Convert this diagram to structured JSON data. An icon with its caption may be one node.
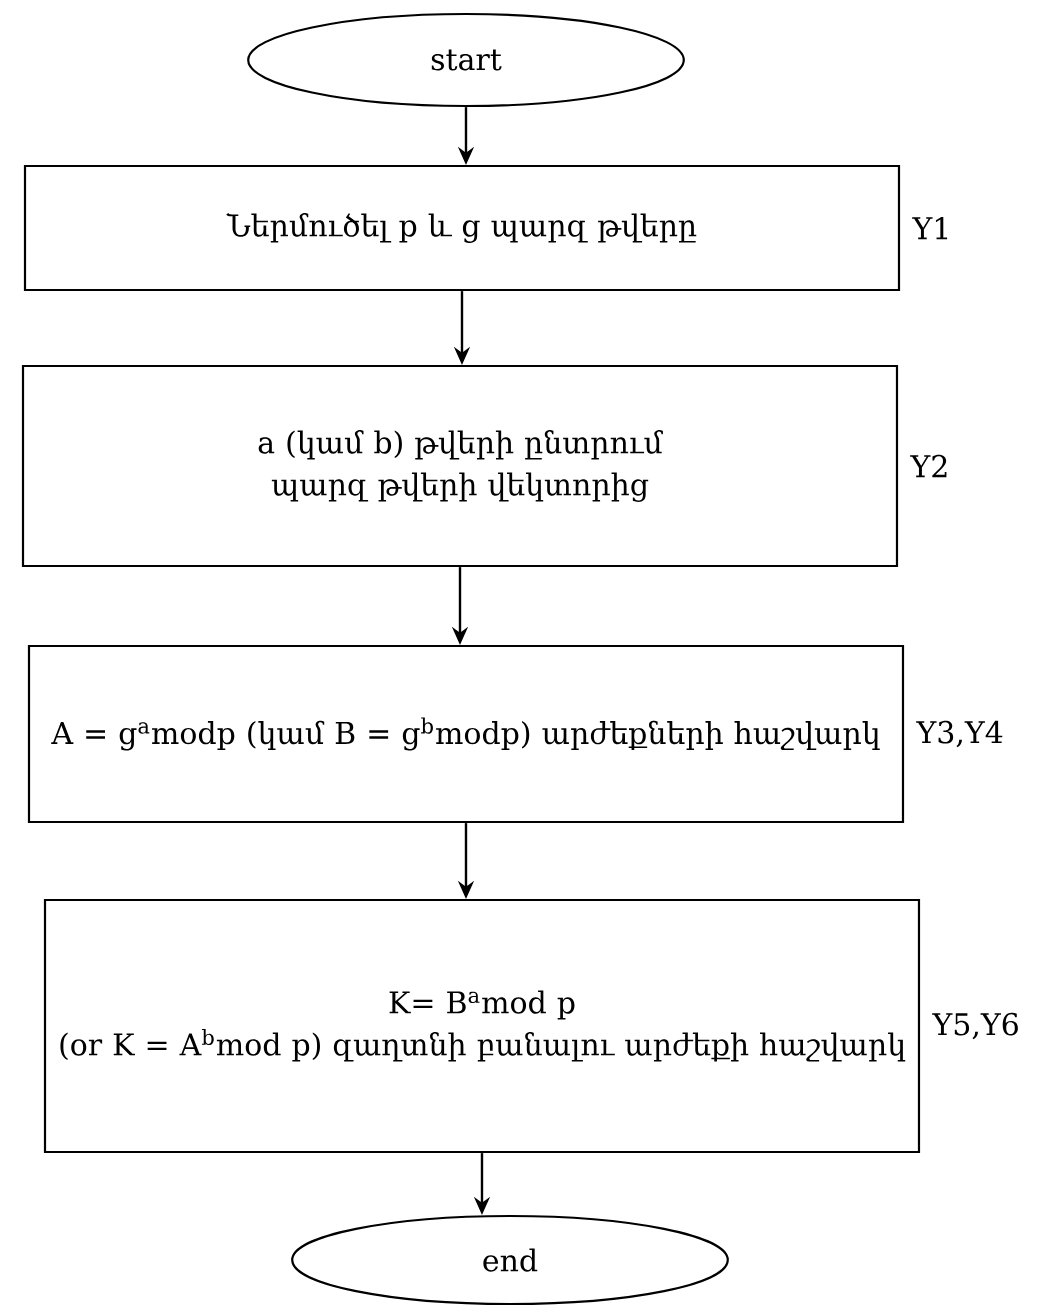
{
  "diagram": {
    "nodes": [
      {
        "text": [
          "start"
        ]
      },
      {
        "text": [
          "Ներմուծել p և g պարզ թվերը"
        ],
        "beside": [
          "Y1"
        ]
      },
      {
        "text": [
          "a (կամ b) թվերի ընտրում պարզ թվերի վեկտորից"
        ],
        "beside": [
          "Y2"
        ]
      },
      {
        "text": [
          "A = g$^{a}$modp (կամ B = g$^{b}$modp) արժեքների հաշվարկ"
        ],
        "beside": [
          "Y3,Y4"
        ]
      },
      {
        "text": [
          "K=  B$^{a}$mod p",
          "(or K = A$^{b}$mod p) զաղտնի բանալու արժեքի հաշվարկ"
        ],
        "beside": [
          "Y5,Y6"
        ]
      },
      {
        "text": [
          "end"
        ]
      }
    ],
    "edges": [
      {
        "from": 0,
        "to": 1,
        "arrow": "to"
      },
      {
        "from": 1,
        "to": 2,
        "arrow": "to"
      },
      {
        "from": 2,
        "to": 3,
        "arrow": "to"
      },
      {
        "from": 3,
        "to": 4,
        "arrow": "to"
      },
      {
        "from": 4,
        "to": 5,
        "arrow": "to"
      }
    ]
  }
}
